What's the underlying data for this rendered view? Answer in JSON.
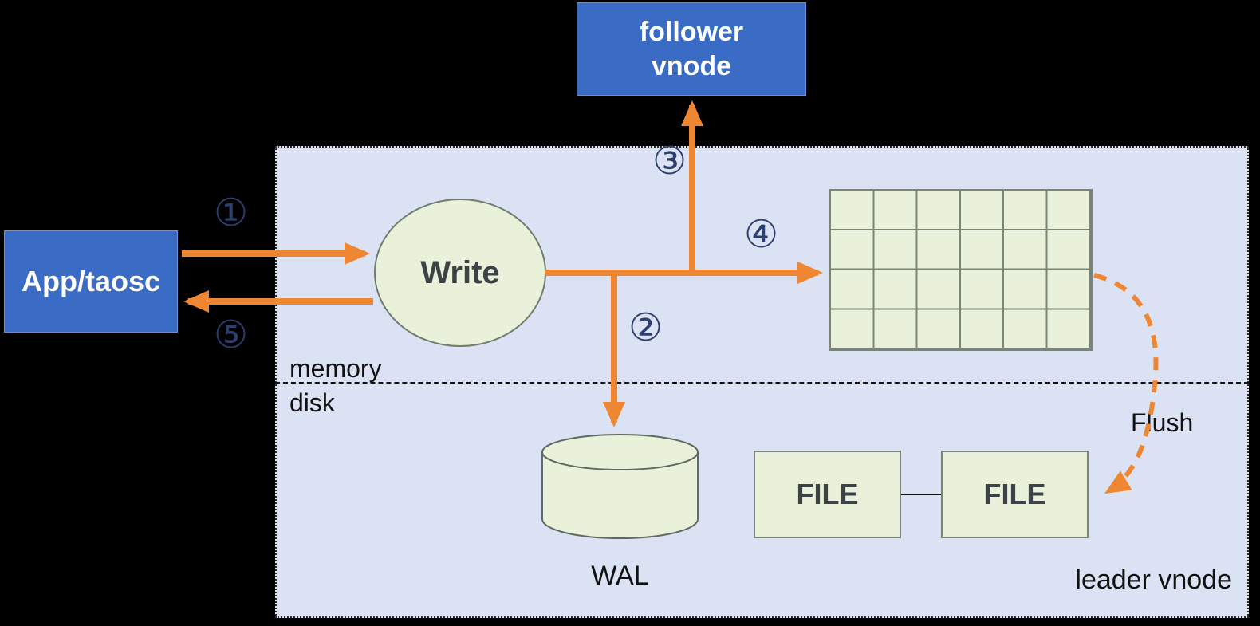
{
  "colors": {
    "background": "#000000",
    "node_blue": "#3a6cc5",
    "container_fill": "#dbe2f3",
    "shape_green": "#e9f1da",
    "arrow_orange": "#ef8632",
    "step_number_navy": "#2c3e6e"
  },
  "nodes": {
    "follower_vnode": {
      "line1": "follower",
      "line2": "vnode"
    },
    "app_taosc": {
      "label": "App/taosc"
    },
    "write": {
      "label": "Write"
    },
    "wal": {
      "label": "WAL"
    },
    "file_left": {
      "label": "FILE"
    },
    "file_right": {
      "label": "FILE"
    },
    "leader_vnode": {
      "label": "leader vnode"
    }
  },
  "labels": {
    "memory": "memory",
    "disk": "disk",
    "flush": "Flush"
  },
  "steps": {
    "step1": "①",
    "step2": "②",
    "step3": "③",
    "step4": "④",
    "step5": "⑤"
  }
}
